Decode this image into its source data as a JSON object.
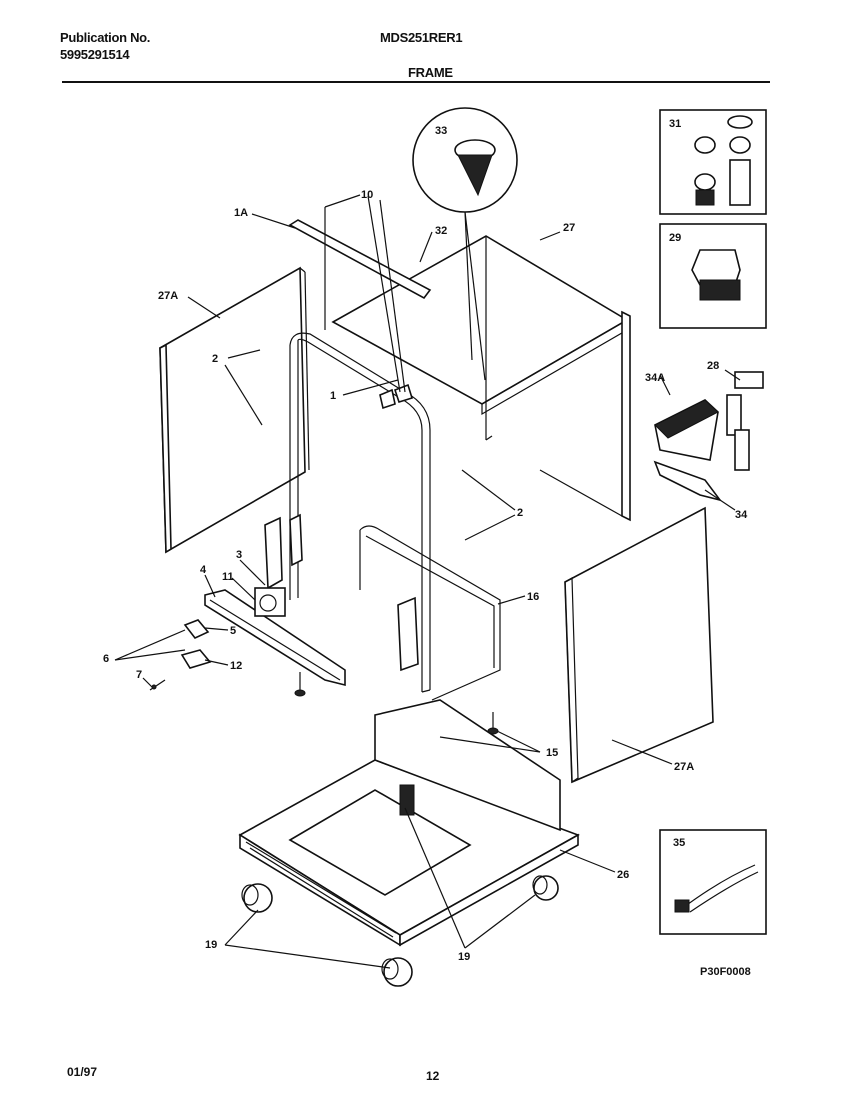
{
  "header": {
    "publication_label": "Publication No.",
    "publication_number": "5995291514",
    "model": "MDS251RER1",
    "section": "FRAME"
  },
  "footer": {
    "date": "01/97",
    "page": "12"
  },
  "figure_code": "P30F0008",
  "callouts": {
    "c1a": "1A",
    "c10": "10",
    "c27a_left": "27A",
    "c32": "32",
    "c27": "27",
    "c33": "33",
    "c31": "31",
    "c29": "29",
    "c2_top": "2",
    "c1": "1",
    "c28": "28",
    "c34a": "34A",
    "c34": "34",
    "c2_right": "2",
    "c3": "3",
    "c4": "4",
    "c11": "11",
    "c5": "5",
    "c6": "6",
    "c12": "12",
    "c7": "7",
    "c16": "16",
    "c15": "15",
    "c27a_right": "27A",
    "c26": "26",
    "c35": "35",
    "c19_left": "19",
    "c19_right": "19"
  }
}
